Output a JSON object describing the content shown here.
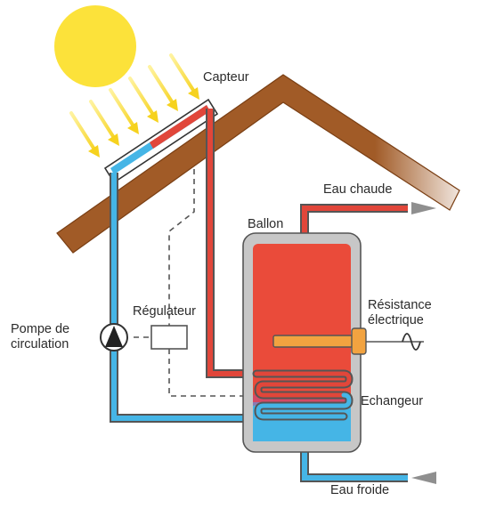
{
  "labels": {
    "capteur": "Capteur",
    "eau_chaude": "Eau chaude",
    "ballon": "Ballon",
    "regulateur": "Régulateur",
    "pompe_line1": "Pompe de",
    "pompe_line2": "circulation",
    "resistance_line1": "Résistance",
    "resistance_line2": "électrique",
    "echangeur": "Echangeur",
    "eau_froide": "Eau froide"
  },
  "colors": {
    "sun": "#FCE23A",
    "roof": "#A15B27",
    "hot_pipe": "#E1463A",
    "cold_pipe": "#45B5E6",
    "tank_fill": "#EA4B3A",
    "tank_shell": "#BFBFBF",
    "resistance": "#F2A340",
    "outlet_arrow": "#8F8F8F"
  }
}
